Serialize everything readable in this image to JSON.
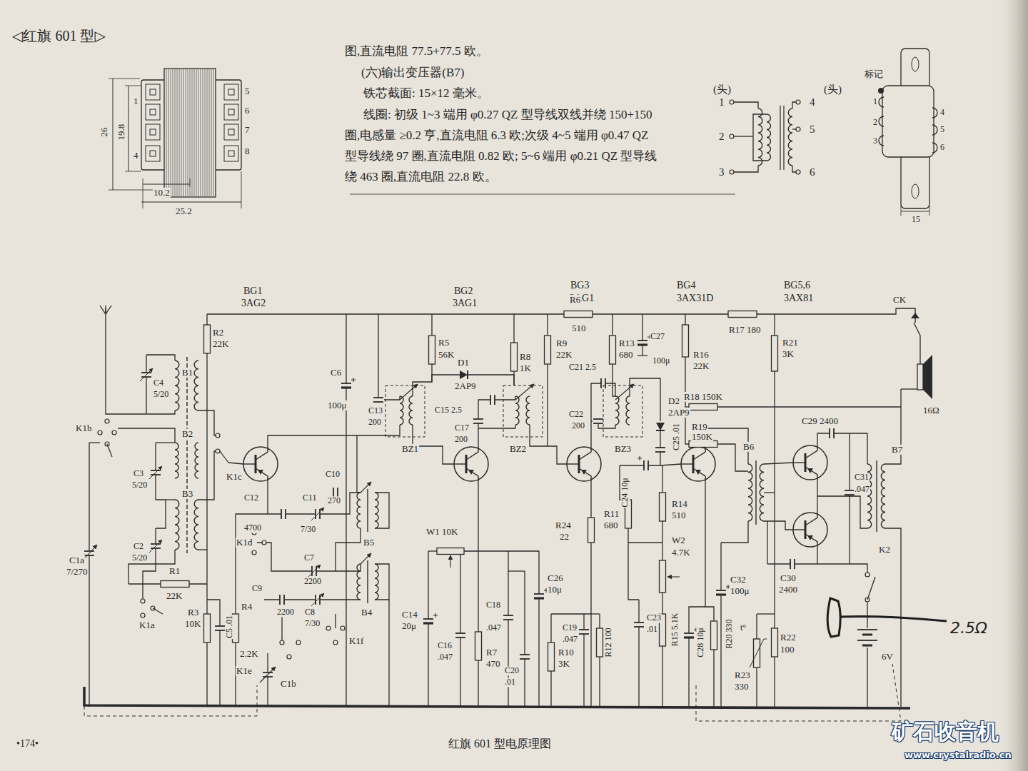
{
  "diagram": {
    "title": "◁红旗 601 型▷",
    "caption": "红旗 601 型电原理图",
    "labels": [
      "26",
      "19.8",
      "1",
      "4",
      "5",
      "6",
      "7",
      "8",
      "10.2",
      "25.2",
      "图,直流电阻 77.5+77.5 欧。",
      "(六)输出变压器(B7)",
      "铁芯截面: 15×12 毫米。",
      "线圈: 初级 1~3 端用 φ0.27 QZ 型导线双线并绕 150+150 圈,电感量 ≥0.2 亨,直流电阻 6.3 欧;次级 4~5 端用 φ0.47 QZ 型导线绕 97 圈,直流电阻 0.82 欧; 5~6 端用 φ0.21 QZ 型导线绕 463 圈,直流电阻 22.8 欧。",
      "(头)",
      "(头)",
      "1",
      "2",
      "3",
      "4",
      "5",
      "6",
      "标记",
      "1",
      "2",
      "3",
      "4",
      "5",
      "6",
      "15",
      "BG1",
      "3AG2",
      "BG2",
      "3AG1",
      "BG3",
      "3AG1",
      "BG4",
      "3AX31D",
      "BG5,6",
      "3AX81",
      "CK",
      "16Ω",
      "R2",
      "22K",
      "B1",
      "C4",
      "5/20",
      "K1b",
      "B2",
      "K1c",
      "C3",
      "5/20",
      "B3",
      "C2",
      "5/20",
      "C1a",
      "7/270",
      "R1",
      "22K",
      "K1a",
      "R3",
      "10K",
      "C5 .01",
      "C6",
      "100μ",
      "C12",
      "4700",
      "C11",
      "7/30",
      "C10",
      "270",
      "K1d",
      "B5",
      "C7",
      "2200",
      "C9",
      "2200",
      "C8",
      "7/30",
      "R4",
      "2.2K",
      "B4",
      "K1e",
      "K1f",
      "C1b",
      "C13",
      "200",
      "R5",
      "56K",
      "D1",
      "2AP9",
      "C15 2.5",
      "C17",
      "200",
      "BZ1",
      "R8",
      "1K",
      "BZ2",
      "W1 10K",
      "C14",
      "20μ",
      "C16",
      ".047",
      "C18",
      ".047",
      "R7",
      "470",
      "C20",
      ".01",
      "C26",
      "10μ",
      "R6",
      "510",
      "R9",
      "22K",
      "C21 2.5",
      "C22",
      "200",
      "BZ3",
      "R24",
      "22",
      "C19",
      ".047",
      "R10",
      "3K",
      "R12 100",
      "C24 10μ",
      "R13",
      "680",
      "C27",
      "100μ",
      "D2",
      "2AP9",
      "C25 .01",
      "R11",
      "680",
      "C23",
      ".01",
      "R15 5.1K",
      "R17 180",
      "R16",
      "22K",
      "R18 150K",
      "R19",
      "150K",
      "R14",
      "510",
      "W2",
      "4.7K",
      "C32",
      "100μ",
      "C28 10μ",
      "R20 330",
      "R21",
      "3K",
      "B6",
      "C29 2400",
      "C31",
      ".047",
      "B7",
      "C30",
      "2400",
      "K2",
      "t°",
      "R23",
      "330",
      "R22",
      "100",
      "6V",
      "2.5Ω",
      "•174•",
      "矿石收音机",
      "www.crystalradio.cn"
    ]
  }
}
